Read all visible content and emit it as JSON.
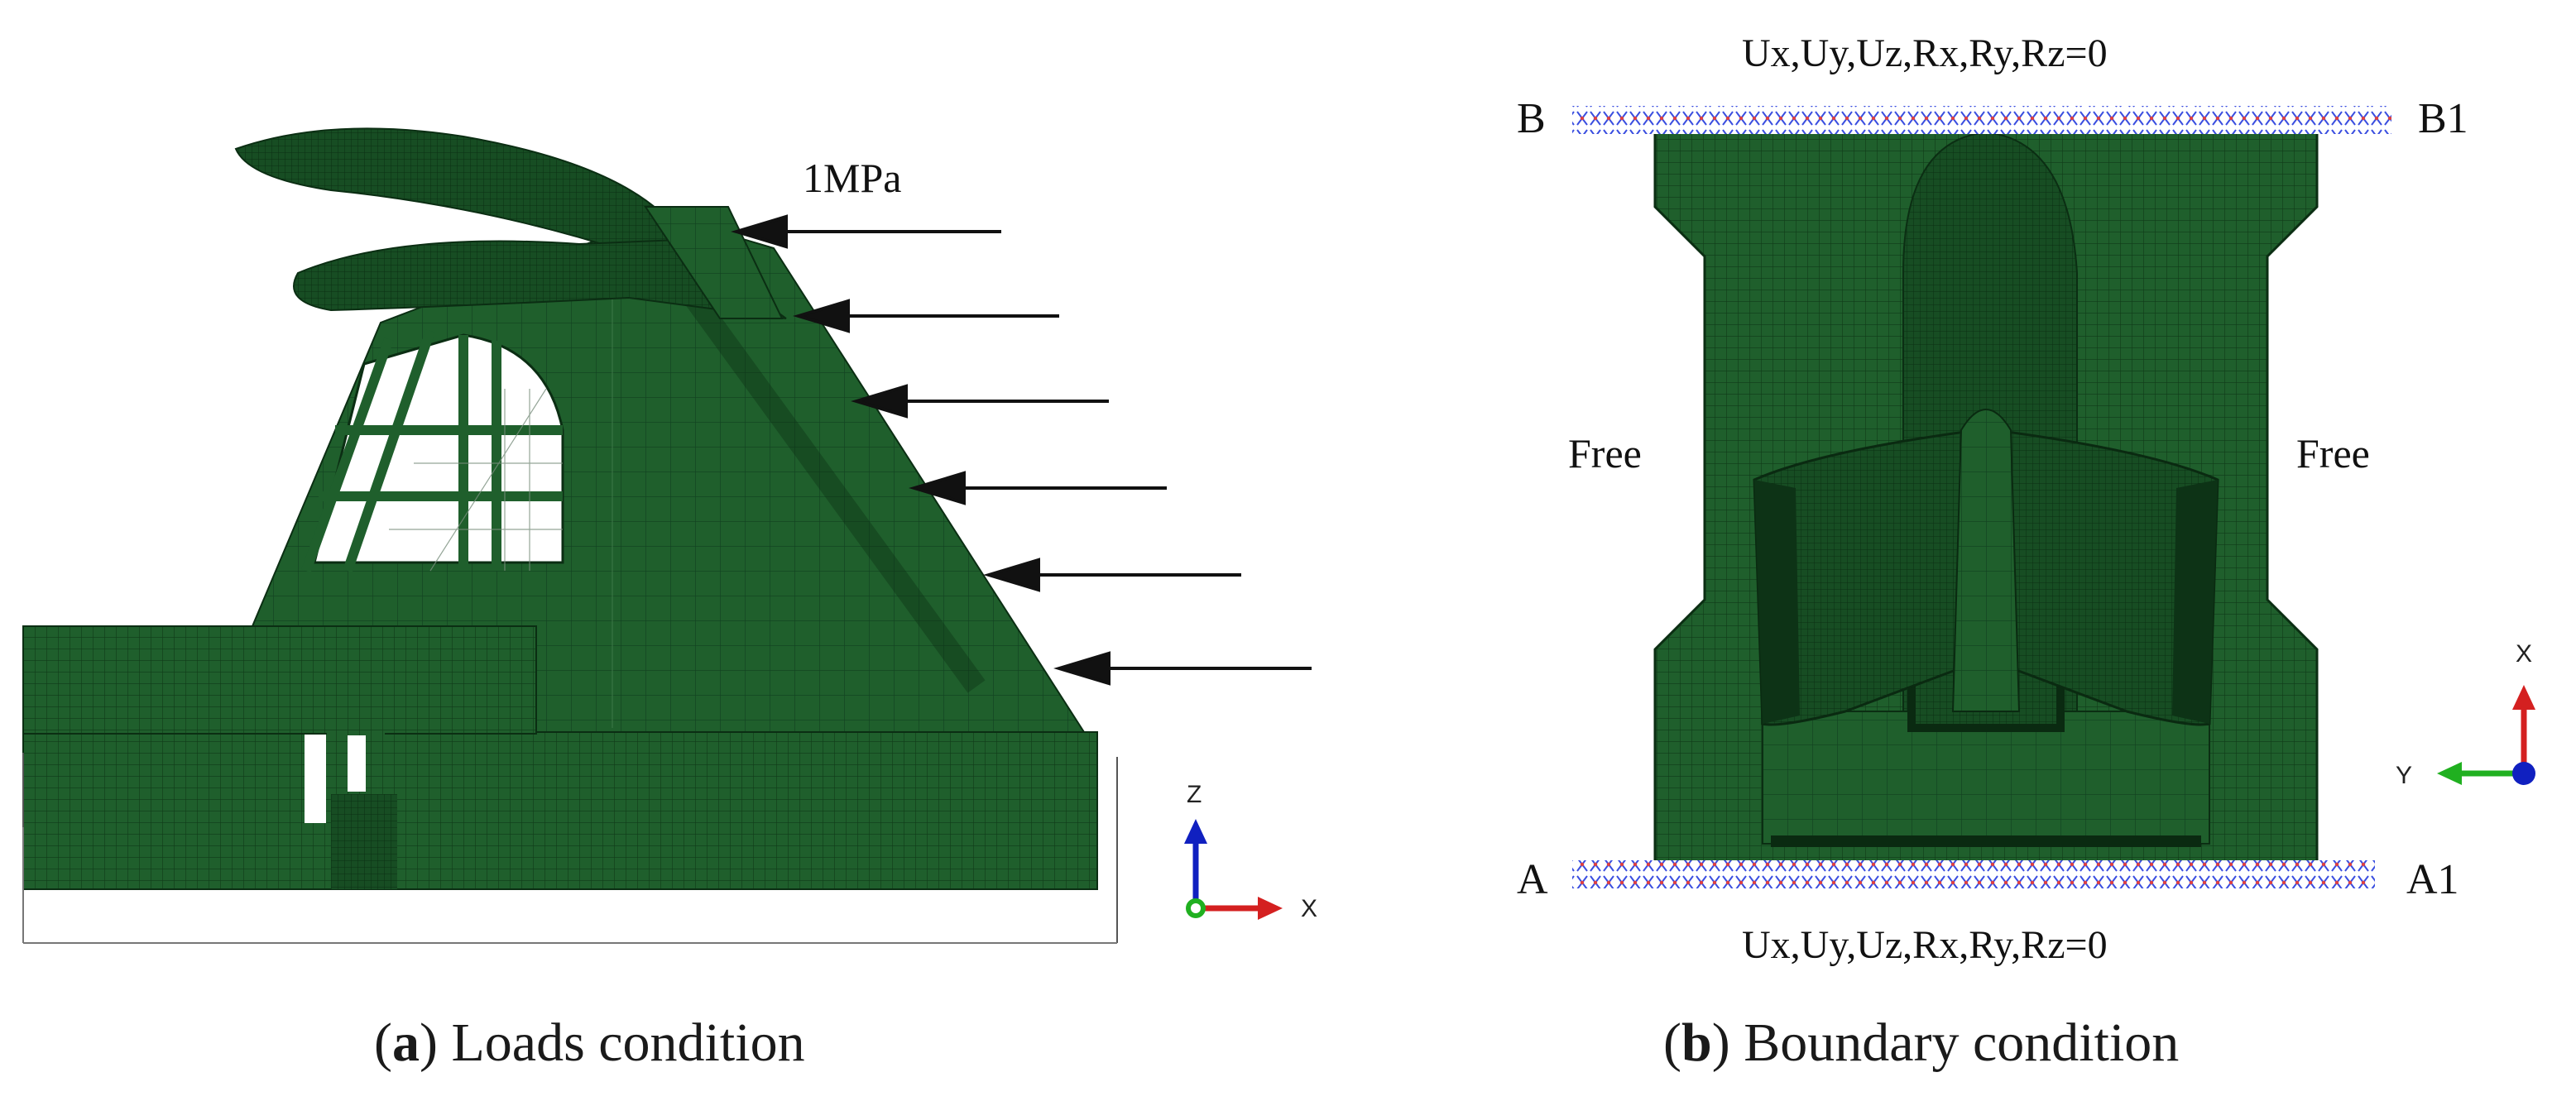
{
  "panel_a": {
    "caption_letter": "a",
    "caption_rest": " Loads condition",
    "load_label": "1MPa",
    "axes": {
      "vertical": "Z",
      "horizontal": "X"
    }
  },
  "panel_b": {
    "caption_letter": "b",
    "caption_rest": " Boundary condition",
    "top_constraint": "Ux,Uy,Uz,Rx,Ry,Rz=0",
    "bottom_constraint": "Ux,Uy,Uz,Rx,Ry,Rz=0",
    "corner_top_left": "B",
    "corner_top_right": "B1",
    "corner_bottom_left": "A",
    "corner_bottom_right": "A1",
    "side_left": "Free",
    "side_right": "Free",
    "axes": {
      "vertical": "X",
      "horizontal": "Y"
    }
  },
  "colors": {
    "mesh_green": "#1f5f2c",
    "mesh_dark": "#123d1b",
    "constraint_blue": "#3a4ee0",
    "constraint_red": "#e04040",
    "axis_red": "#d42020",
    "axis_blue": "#1020c0",
    "axis_green": "#20b020"
  }
}
